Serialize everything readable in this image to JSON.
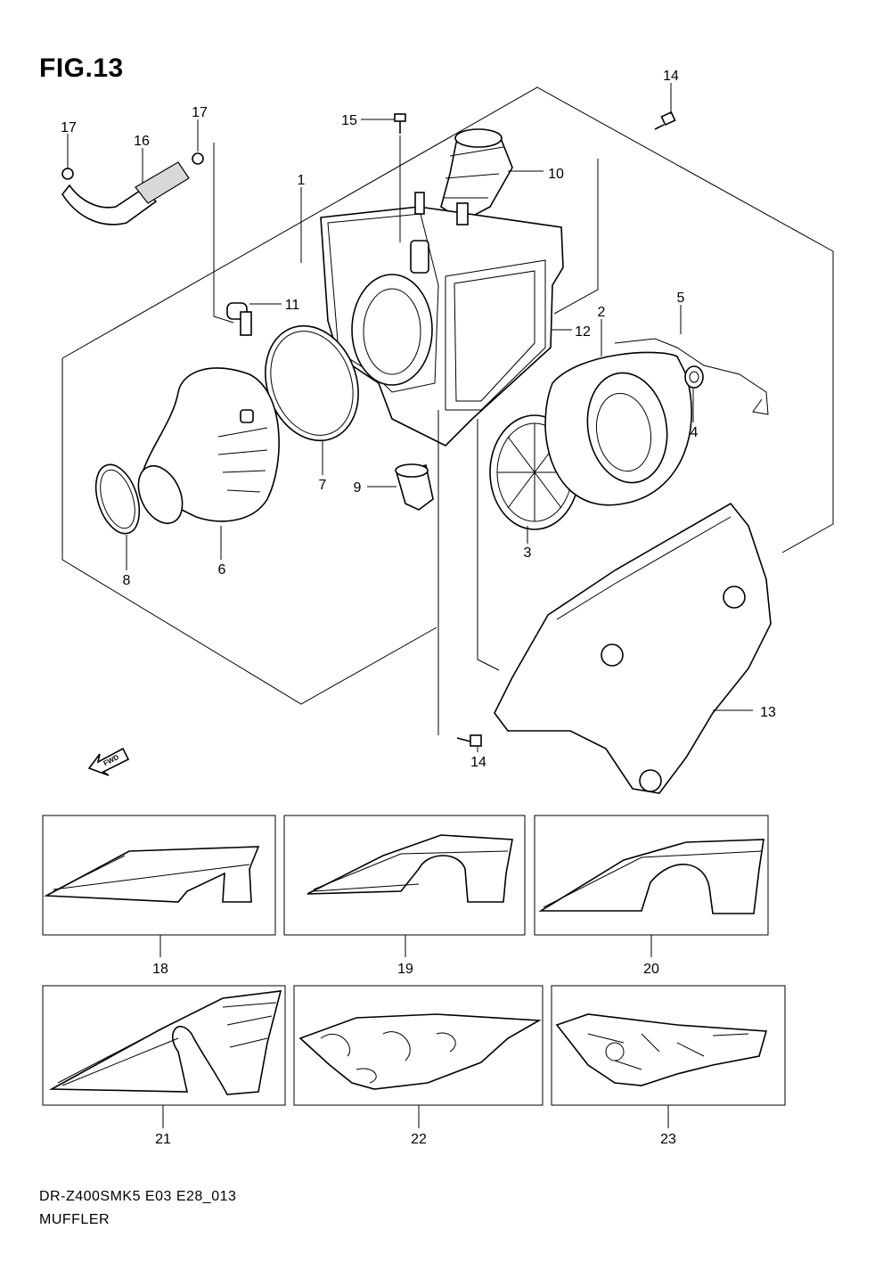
{
  "figure": {
    "title": "FIG.13"
  },
  "footer": {
    "model_code": "DR-Z400SMK5 E03 E28_013",
    "section_name": "MUFFLER"
  },
  "fwd_label": "FWD",
  "callouts": {
    "p1": "1",
    "p2": "2",
    "p3": "3",
    "p4": "4",
    "p5": "5",
    "p6": "6",
    "p7": "7",
    "p8": "8",
    "p9": "9",
    "p10": "10",
    "p11": "11",
    "p12": "12",
    "p13": "13",
    "p14a": "14",
    "p14b": "14",
    "p15": "15",
    "p16": "16",
    "p17a": "17",
    "p17b": "17",
    "p18": "18",
    "p19": "19",
    "p20": "20",
    "p21": "21",
    "p22": "22",
    "p23": "23"
  }
}
